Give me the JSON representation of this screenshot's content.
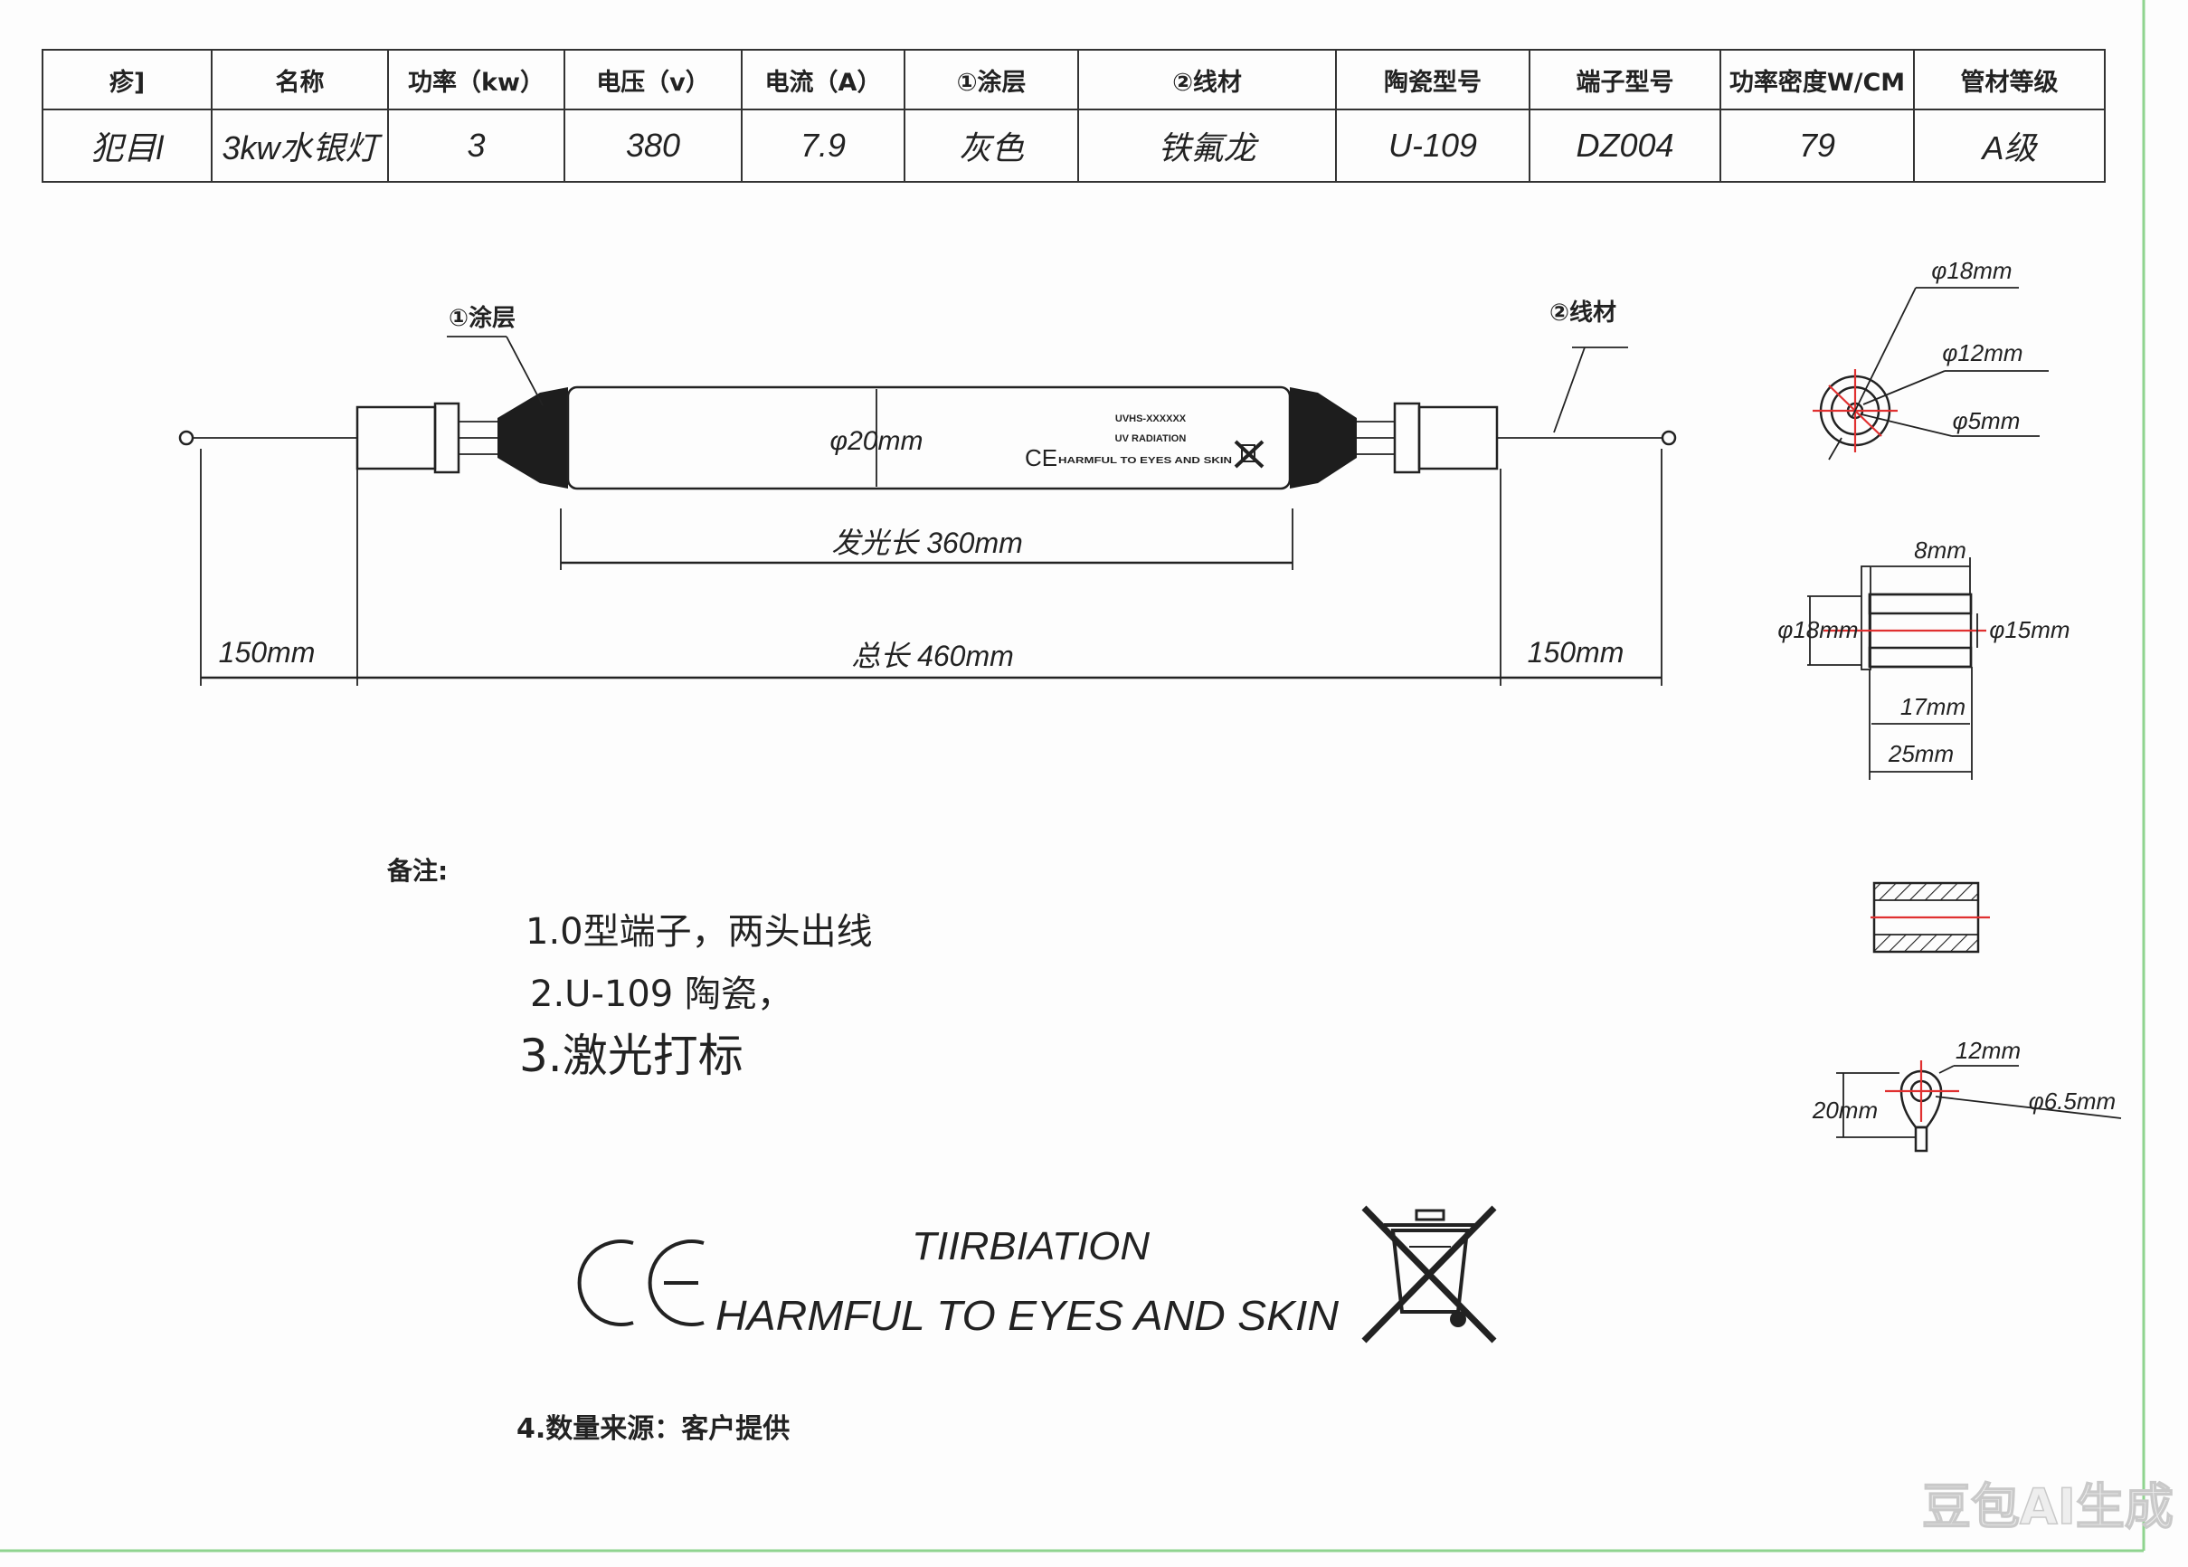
{
  "table": {
    "headers": [
      "疹]",
      "名称",
      "功率（kw）",
      "电压（v）",
      "电流（A）",
      "①涂层",
      "②线材",
      "陶瓷型号",
      "端子型号",
      "功率密度W/CM",
      "管材等级"
    ],
    "rows": [
      [
        "犯目l",
        "3kw水银灯",
        "3",
        "380",
        "7.9",
        "灰色",
        "铁氟龙",
        "U-109",
        "DZ004",
        "79",
        "A级"
      ]
    ]
  },
  "drawing": {
    "coating_label": "①涂层",
    "wire_label": "②线材",
    "tube_diameter": "φ20mm",
    "tube_print": {
      "model": "UVHS-XXXXXX",
      "line1": "UV RADIATION",
      "ce": "CE",
      "line2": "HARMFUL TO EYES AND SKIN"
    },
    "lit_length": "发光长 360mm",
    "total_length": "总长 460mm",
    "lead_left": "150mm",
    "lead_right": "150mm"
  },
  "details": {
    "section": {
      "outer": "φ18mm",
      "mid": "φ12mm",
      "inner": "φ5mm"
    },
    "terminal": {
      "top": "8mm",
      "left": "φ18mm",
      "right": "φ15mm",
      "inner_len": "17mm",
      "total_len": "25mm"
    },
    "ring": {
      "width": "12mm",
      "height": "20mm",
      "hole": "φ6.5mm"
    }
  },
  "notes": {
    "title": "备注:",
    "items": [
      "1.0型端子，两头出线",
      "2.U-109  陶瓷，",
      "3.激光打标"
    ],
    "source": "4.数量来源：客户提供"
  },
  "marking": {
    "ce": "CE",
    "line1": "TIIRBIATION",
    "line2": "HARMFUL TO EYES AND SKIN"
  },
  "watermark": "豆包AI生成",
  "icons": [
    "weee-crossed-bin-icon",
    "ce-mark-logo"
  ],
  "colors": {
    "frame": "#8fd48f",
    "centerline": "#e03030",
    "ink": "#222222"
  }
}
